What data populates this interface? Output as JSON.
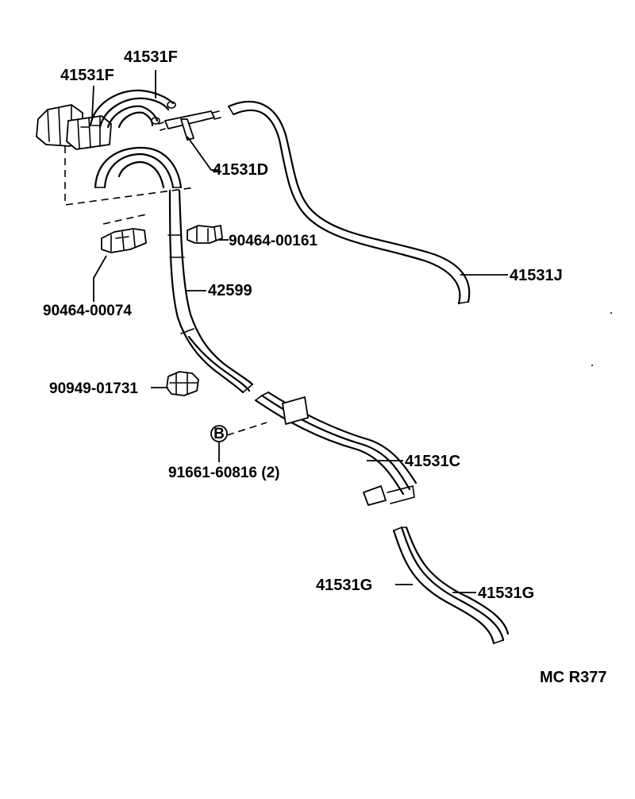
{
  "labels": {
    "l_41531F_top": "41531F",
    "l_41531F_left": "41531F",
    "l_41531D": "41531D",
    "l_90464_00161": "90464-00161",
    "l_41531J": "41531J",
    "l_42599": "42599",
    "l_90464_00074": "90464-00074",
    "l_90949_01731": "90949-01731",
    "l_B_marker": "B",
    "l_91661_60816": "91661-60816 (2)",
    "l_41531C": "41531C",
    "l_41531G_left": "41531G",
    "l_41531G_right": "41531G",
    "l_ref": "MC R377"
  }
}
